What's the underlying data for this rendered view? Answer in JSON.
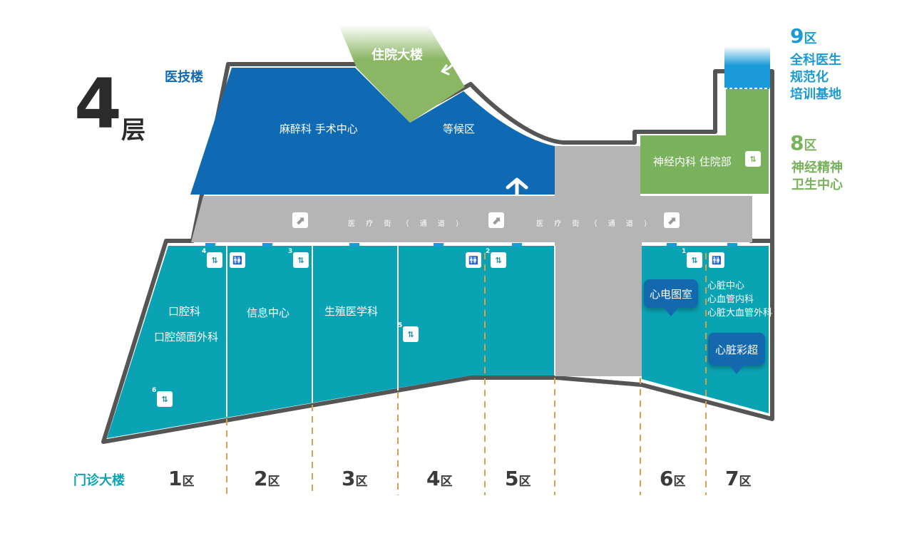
{
  "floor": {
    "number": "4",
    "unit": "层"
  },
  "buildings": {
    "medical_tech": "医技楼",
    "inpatient": "住院大楼",
    "outpatient": "门诊大楼"
  },
  "rooms": {
    "anesthesia": "麻醉科 手术中心",
    "waiting": "等候区",
    "neuro": "神经内科 住院部",
    "stomatology": "口腔科",
    "oral_surgery": "口腔颌面外科",
    "info_center": "信息中心",
    "reproductive": "生殖医学科",
    "ecg": "心电图室",
    "heart_center": "心脏中心",
    "cardiology": "心血管内科",
    "cardio_surgery": "心脏大血管外科",
    "echo": "心脏彩超"
  },
  "street": [
    "医 疗 街 （ 通 道 ）",
    "医 疗 街 （ 通 道 ）"
  ],
  "zones": [
    {
      "n": "1",
      "u": "区"
    },
    {
      "n": "2",
      "u": "区"
    },
    {
      "n": "3",
      "u": "区"
    },
    {
      "n": "4",
      "u": "区"
    },
    {
      "n": "5",
      "u": "区"
    },
    {
      "n": "6",
      "u": "区"
    },
    {
      "n": "7",
      "u": "区"
    }
  ],
  "side_zones": {
    "z9": {
      "n": "9",
      "u": "区",
      "lines": [
        "全科医生",
        "规范化",
        "培训基地"
      ],
      "color": "#1a9ad6"
    },
    "z8": {
      "n": "8",
      "u": "区",
      "lines": [
        "神经精神",
        "卫生中心"
      ],
      "color": "#7ab15c"
    }
  },
  "elevators": [
    "1",
    "2",
    "3",
    "4",
    "5",
    "6"
  ],
  "colors": {
    "medical_tech": "#0f6ab3",
    "inpatient": "#8bb765",
    "corridor": "#b5b5b5",
    "outpatient": "#0aa3b4",
    "zone9": "#1a9ad6",
    "bubble": "#1468ae",
    "divider": "#d8a24a"
  },
  "icons": [
    "escalator-icon",
    "elevator-icon",
    "restroom-icon",
    "up-arrow-icon",
    "curved-arrow-icon"
  ]
}
